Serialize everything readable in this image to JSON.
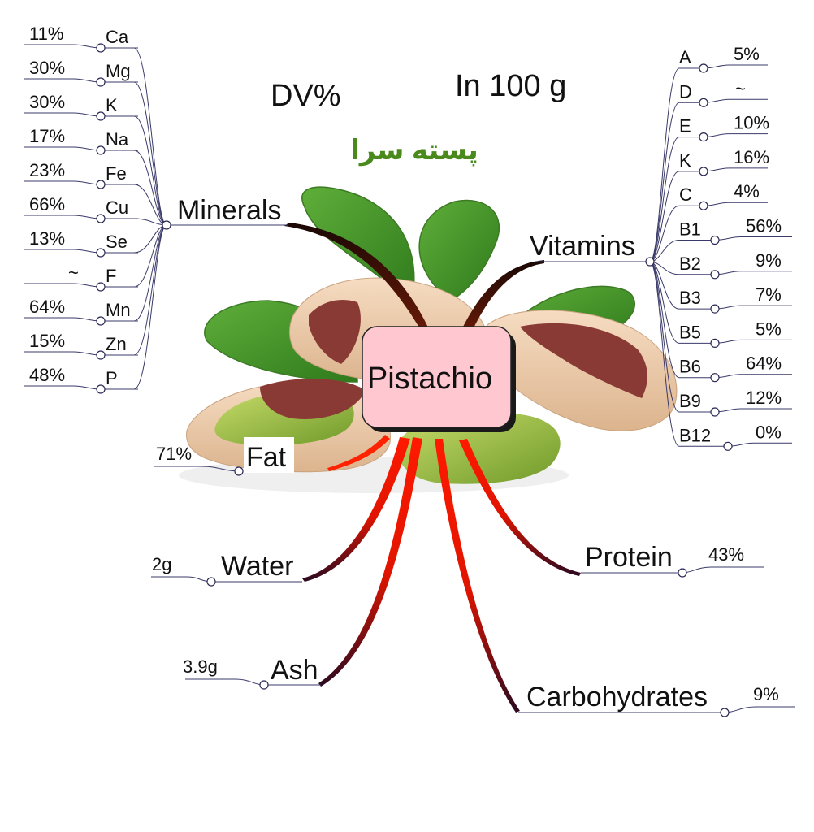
{
  "header": {
    "dv_label": "DV%",
    "portion_label": "In 100 g",
    "brand_text": "پسته سرا"
  },
  "center": {
    "label": "Pistachio"
  },
  "minerals": {
    "label": "Minerals",
    "items": [
      {
        "name": "Ca",
        "value": "11%"
      },
      {
        "name": "Mg",
        "value": "30%"
      },
      {
        "name": "K",
        "value": "30%"
      },
      {
        "name": "Na",
        "value": "17%"
      },
      {
        "name": "Fe",
        "value": "23%"
      },
      {
        "name": "Cu",
        "value": "66%"
      },
      {
        "name": "Se",
        "value": "13%"
      },
      {
        "name": "F",
        "value": "~"
      },
      {
        "name": "Mn",
        "value": "64%"
      },
      {
        "name": "Zn",
        "value": "15%"
      },
      {
        "name": "P",
        "value": "48%"
      }
    ]
  },
  "vitamins": {
    "label": "Vitamins",
    "items": [
      {
        "name": "A",
        "value": "5%"
      },
      {
        "name": "D",
        "value": "~"
      },
      {
        "name": "E",
        "value": "10%"
      },
      {
        "name": "K",
        "value": "16%"
      },
      {
        "name": "C",
        "value": "4%"
      },
      {
        "name": "B1",
        "value": "56%"
      },
      {
        "name": "B2",
        "value": "9%"
      },
      {
        "name": "B3",
        "value": "7%"
      },
      {
        "name": "B5",
        "value": "5%"
      },
      {
        "name": "B6",
        "value": "64%"
      },
      {
        "name": "B9",
        "value": "12%"
      },
      {
        "name": "B12",
        "value": "0%"
      }
    ]
  },
  "branches": {
    "fat": {
      "label": "Fat",
      "value": "71%"
    },
    "water": {
      "label": "Water",
      "value": "2g"
    },
    "ash": {
      "label": "Ash",
      "value": "3.9g"
    },
    "protein": {
      "label": "Protein",
      "value": "43%"
    },
    "carbohydrates": {
      "label": "Carbohydrates",
      "value": "9%"
    }
  },
  "colors": {
    "branch_red": "#ff1a00",
    "branch_dark": "#3a1206",
    "center_fill": "#ffc8d0",
    "brand_green": "#4a8a1c"
  }
}
